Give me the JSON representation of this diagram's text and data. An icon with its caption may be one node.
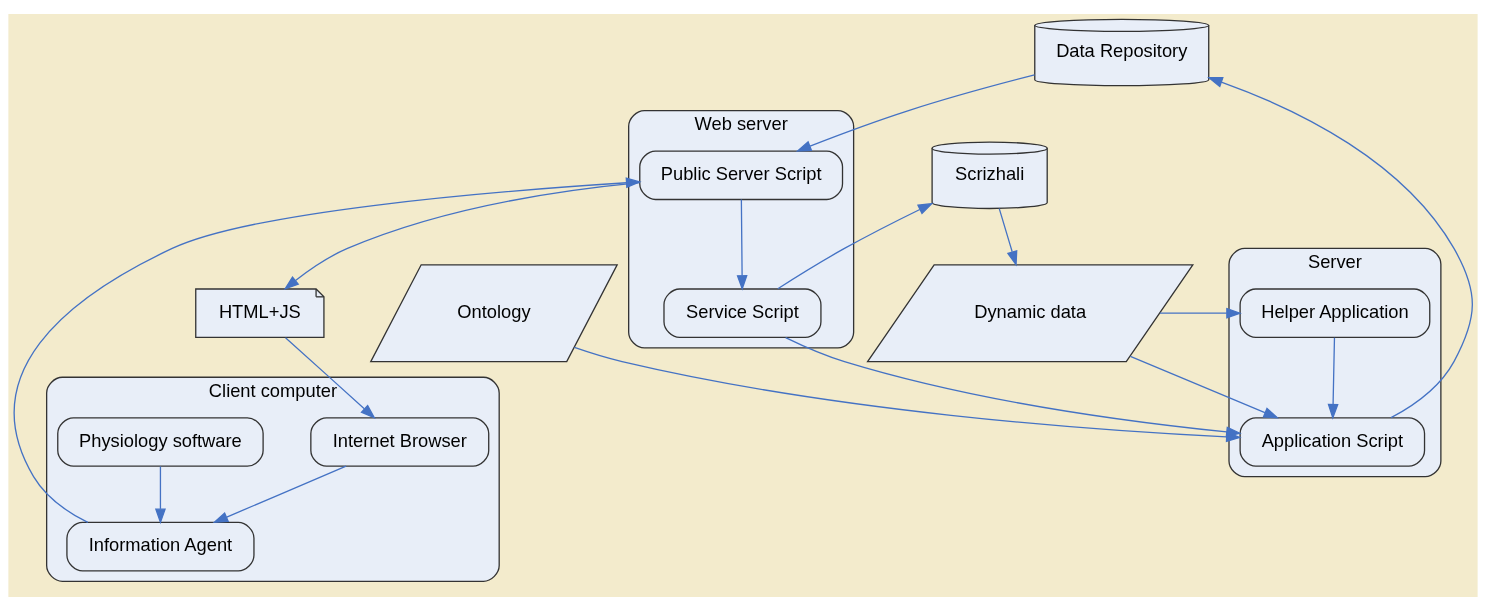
{
  "diagram": {
    "nodes": [
      {
        "text": [
          "Ontology"
        ]
      },
      {
        "text": [
          "Data Repository"
        ]
      },
      {
        "text": [
          "Server"
        ]
      },
      {
        "text": [
          "Helper Application"
        ],
        "in": 2
      },
      {
        "text": [
          "Application Script"
        ],
        "in": 2
      },
      {
        "text": [
          "Web server"
        ]
      },
      {
        "text": [
          "Service Script"
        ],
        "in": 5
      },
      {
        "text": [
          "Public Server Script"
        ],
        "in": 5
      },
      {
        "text": [
          "HTML+JS"
        ]
      },
      {
        "text": [
          "Client computer"
        ]
      },
      {
        "text": [
          "Internet Browser"
        ],
        "in": 9
      },
      {
        "text": [
          "Information Agent"
        ],
        "in": 9
      },
      {
        "text": [
          "Physiology software"
        ],
        "in": 9
      },
      {
        "text": [
          "Dynamic data"
        ]
      },
      {
        "text": [
          "Scrizhali"
        ]
      }
    ],
    "edges": [
      {
        "from": 0,
        "to": 4,
        "arrow": "to"
      },
      {
        "from": 4,
        "to": 1,
        "arrow": "to"
      },
      {
        "from": 1,
        "to": 7,
        "arrow": "to"
      },
      {
        "from": 7,
        "to": 8,
        "arrow": "to"
      },
      {
        "from": 8,
        "to": 10,
        "arrow": "to"
      },
      {
        "from": 10,
        "to": 11,
        "arrow": "to"
      },
      {
        "from": 12,
        "to": 11,
        "arrow": "to"
      },
      {
        "from": 11,
        "to": 7,
        "arrow": "to"
      },
      {
        "from": 7,
        "to": 6,
        "arrow": "to"
      },
      {
        "from": 6,
        "to": 4,
        "arrow": "to"
      },
      {
        "from": 3,
        "to": 4,
        "arrow": "to"
      },
      {
        "from": 6,
        "to": 14,
        "arrow": "to"
      },
      {
        "from": 14,
        "to": 13,
        "arrow": "to"
      },
      {
        "from": 13,
        "to": 3,
        "arrow": "to"
      },
      {
        "from": 13,
        "to": 4,
        "arrow": "to"
      }
    ]
  }
}
